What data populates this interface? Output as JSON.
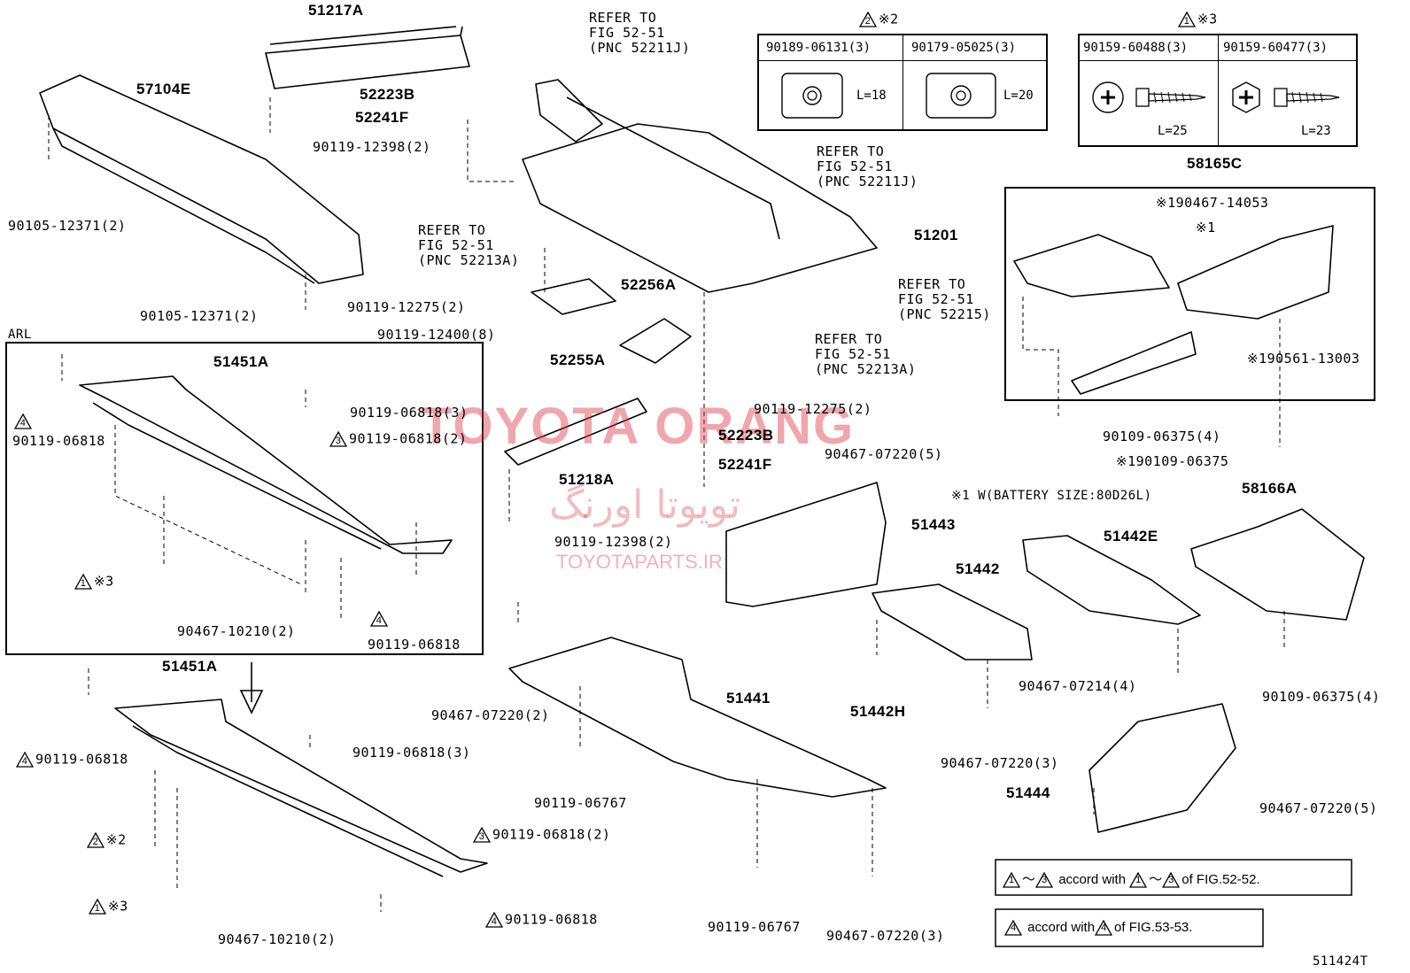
{
  "diagram_id": "511424T",
  "watermark": {
    "brand": "TOYOTA ORANG",
    "persian": "تویوتا اورنگ",
    "site": "TOYOTAPARTS.IR"
  },
  "parts": {
    "p51217A": "51217A",
    "p57104E": "57104E",
    "p52223B_top": "52223B",
    "p52241F_top": "52241F",
    "p51201": "51201",
    "p52256A": "52256A",
    "p52255A": "52255A",
    "p58165C": "58165C",
    "p51451A_arl": "51451A",
    "p51218A": "51218A",
    "p52223B_mid": "52223B",
    "p52241F_mid": "52241F",
    "p51443": "51443",
    "p51442": "51442",
    "p51442E": "51442E",
    "p58166A": "58166A",
    "p51451A": "51451A",
    "p51441": "51441",
    "p51442H": "51442H",
    "p51444": "51444"
  },
  "bolts": {
    "b1": "90119-12398(2)",
    "b2": "90105-12371(2)",
    "b3": "90105-12371(2)",
    "b4": "90119-12275(2)",
    "b5": "90119-12400(8)",
    "b6": "90119-12275(2)",
    "b7": "90119-12398(2)",
    "b8": "90467-07220(5)",
    "b9": "90119-06818(3)",
    "b10": "90119-06818(2)",
    "b11": "90119-06818",
    "b12": "90467-10210(2)",
    "b13": "90119-06818",
    "b14": "90119-06818",
    "b15": "90119-06818(3)",
    "b16": "90119-06818(2)",
    "b17": "90119-06818",
    "b18": "90467-10210(2)",
    "b19": "90467-07220(2)",
    "b20": "90119-06767",
    "b21": "90119-06767",
    "b22": "90467-07220(3)",
    "b23": "90467-07220(3)",
    "b24": "90467-07214(4)",
    "b25": "90109-06375(4)",
    "b26": "90467-07220(5)",
    "b27": "90109-06375(4)",
    "b28": "90109-06375",
    "b29": "90467-14053",
    "b30": "90561-13003"
  },
  "refers": {
    "r1": [
      "REFER TO",
      "FIG 52-51",
      "(PNC 52211J)"
    ],
    "r2": [
      "REFER TO",
      "FIG 52-51",
      "(PNC 52211J)"
    ],
    "r3": [
      "REFER TO",
      "FIG 52-51",
      "(PNC 52213A)"
    ],
    "r4": [
      "REFER TO",
      "FIG 52-51",
      "(PNC 52215)"
    ],
    "r5": [
      "REFER TO",
      "FIG 52-51",
      "(PNC 52213A)"
    ]
  },
  "symbols": {
    "ref_mark": "※",
    "mark1": "1",
    "mark2": "2",
    "mark3": "3",
    "mark4": "4",
    "tri_sym": "△"
  },
  "section_label": "ARL",
  "battery_note": "※1 W(BATTERY SIZE:80D26L)",
  "table2": {
    "head": "2 ※2",
    "c1": "90189-06131(3)",
    "c2": "90179-05025(3)",
    "l1": "L=18",
    "l2": "L=20"
  },
  "table1": {
    "head": "1 ※3",
    "c1": "90159-60488(3)",
    "c2": "90159-60477(3)",
    "l1": "L=25",
    "l2": "L=23"
  },
  "footnotes": {
    "n1_prefix": "1",
    "n1_tilde": "～",
    "n1_mid": "3",
    "n1_text": "accord with",
    "n1_a": "1",
    "n1_b": "3",
    "n1_end": "of FIG.52-52.",
    "n2_a": "4",
    "n2_text": "accord with",
    "n2_b": "4",
    "n2_end": "of FIG.53-53."
  }
}
